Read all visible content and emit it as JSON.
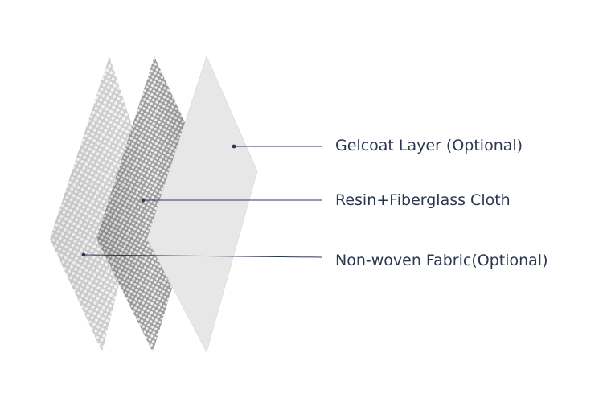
{
  "colors": {
    "label_text": "#2b3750",
    "leader_line": "#2b3750",
    "gelcoat_fill": "#e6e6e6",
    "fabric_base": "#d2d2d2",
    "fabric_dot": "#f7f7f7"
  },
  "layers": [
    {
      "id": "gelcoat",
      "label": "Gelcoat Layer (Optional)"
    },
    {
      "id": "resin",
      "label": "Resin+Fiberglass Cloth"
    },
    {
      "id": "nonwoven",
      "label": "Non-woven Fabric(Optional)"
    }
  ]
}
